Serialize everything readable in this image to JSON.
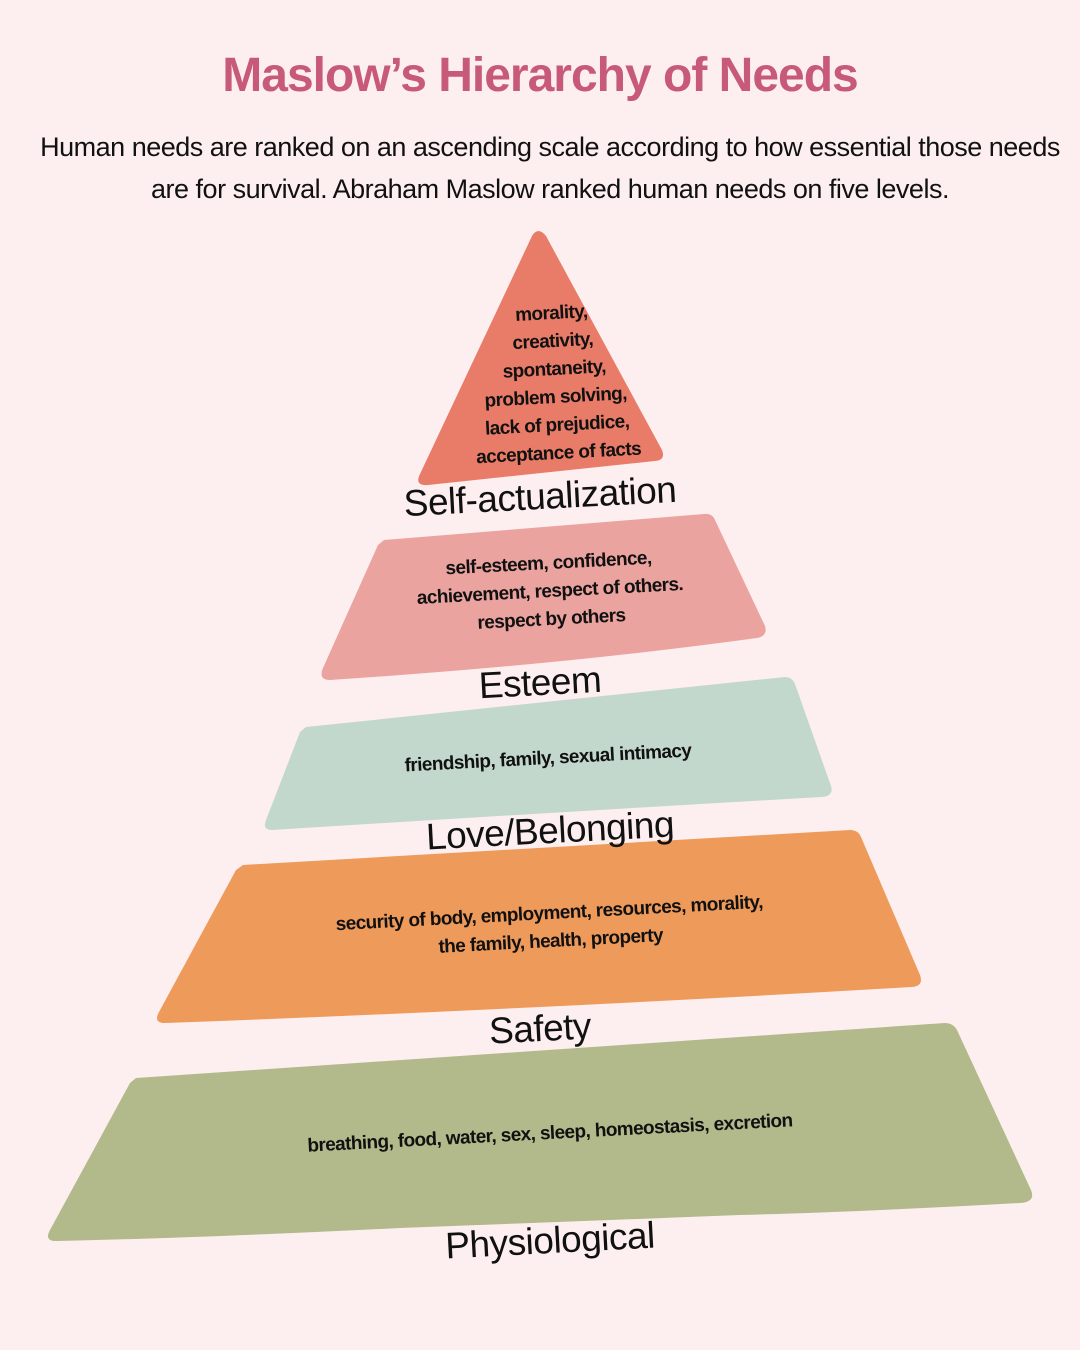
{
  "header": {
    "title": "Maslow’s Hierarchy of Needs",
    "subtitle": "Human needs are ranked on an ascending scale according to how essential those needs are for survival. Abraham Maslow ranked human needs on five levels."
  },
  "levels": [
    {
      "name": "Self-actualization",
      "lines": [
        "morality,",
        "creativity,",
        "spontaneity,",
        "problem solving,",
        "lack of prejudice,",
        "acceptance of facts"
      ],
      "color": "#e97c68"
    },
    {
      "name": "Esteem",
      "lines": [
        "self-esteem, confidence,",
        "achievement, respect of others.",
        "respect by others"
      ],
      "color": "#eba3a0"
    },
    {
      "name": "Love/Belonging",
      "lines": [
        "friendship, family, sexual intimacy"
      ],
      "color": "#c3d8cc"
    },
    {
      "name": "Safety",
      "lines": [
        "security of body, employment, resources, morality,",
        "the family, health, property"
      ],
      "color": "#ee9a5a"
    },
    {
      "name": "Physiological",
      "lines": [
        "breathing, food, water, sex, sleep, homeostasis, excretion"
      ],
      "color": "#b2ba8b"
    }
  ]
}
